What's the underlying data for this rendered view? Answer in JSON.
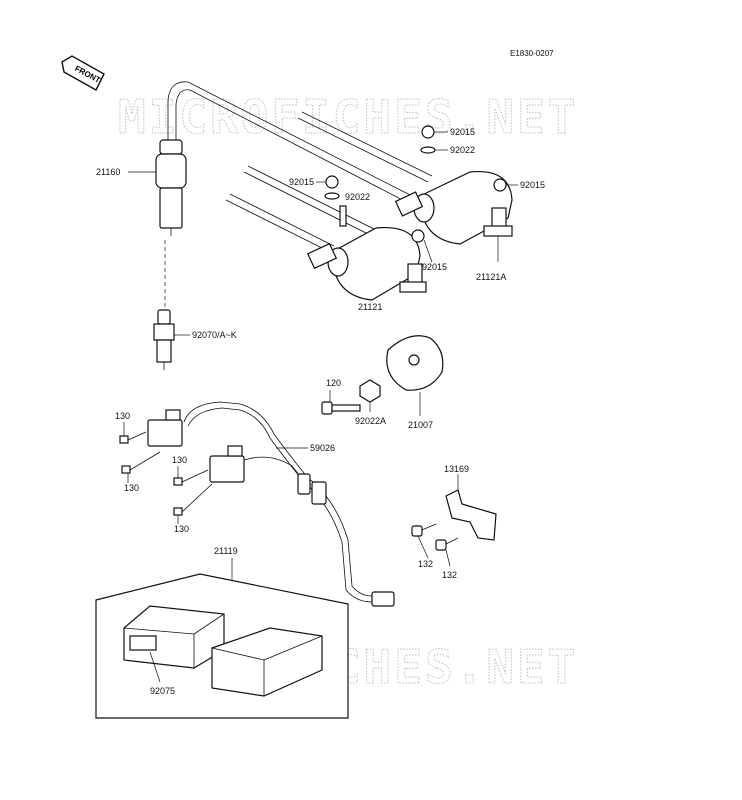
{
  "diagram_code": "E1830-0207",
  "front_label": "FRONT",
  "watermark": "MICROFICHES.NET",
  "parts": {
    "p21160": "21160",
    "p92070": "92070/A~K",
    "p92015_a": "92015",
    "p92022_a": "92022",
    "p92015_b": "92015",
    "p92022_b": "92022",
    "p92015_c": "92015",
    "p92015_d": "92015",
    "p21121A": "21121A",
    "p21121": "21121",
    "p120": "120",
    "p92022A": "92022A",
    "p21007": "21007",
    "p130_a": "130",
    "p130_b": "130",
    "p130_c": "130",
    "p130_d": "130",
    "p59026": "59026",
    "p13169": "13169",
    "p132_a": "132",
    "p132_b": "132",
    "p21119": "21119",
    "p92075": "92075"
  }
}
